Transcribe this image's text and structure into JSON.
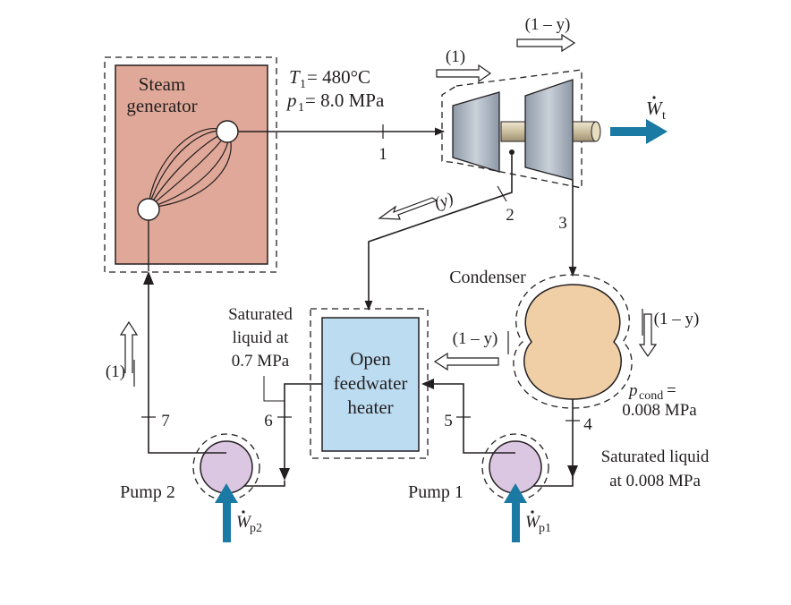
{
  "components": {
    "steam_generator": [
      "Steam",
      "generator"
    ],
    "condenser": "Condenser",
    "feedwater_heater": [
      "Open",
      "feedwater",
      "heater"
    ],
    "pump1": "Pump 1",
    "pump2": "Pump 2"
  },
  "inlet_state": {
    "t1": "T",
    "t1_sub": "1",
    "t1_val": " = 480°C",
    "p1": "p",
    "p1_sub": "1",
    "p1_val": " = 8.0 MPa"
  },
  "flow_fractions": {
    "total": "(1)",
    "remainder": "(1 – y)",
    "extraction": "(y)"
  },
  "state_numbers": {
    "s1": "1",
    "s2": "2",
    "s3": "3",
    "s4": "4",
    "s5": "5",
    "s6": "6",
    "s7": "7"
  },
  "work": {
    "turbine": "W",
    "turbine_sub": "t",
    "pump1": "W",
    "pump1_sub": "p1",
    "pump2": "W",
    "pump2_sub": "p2"
  },
  "annotations": {
    "saturated_liquid_07": [
      "Saturated",
      "liquid at",
      "0.7 MPa"
    ],
    "p_cond": "p",
    "p_cond_sub": "cond",
    "p_cond_eq": " =",
    "p_cond_val": "0.008 MPa",
    "saturated_liquid_0008": [
      "Saturated liquid",
      "at 0.008 MPa"
    ]
  },
  "colors": {
    "steam_generator_fill": "#e0a898",
    "condenser_fill": "#f0cfa6",
    "heater_fill": "#bcdcf1",
    "pump_fill": "#dcc7e3",
    "turbine_fill": "#a9b4c0",
    "shaft_fill": "#cbbf9f",
    "work_arrow": "#1a7aa3",
    "line": "#231f20"
  }
}
